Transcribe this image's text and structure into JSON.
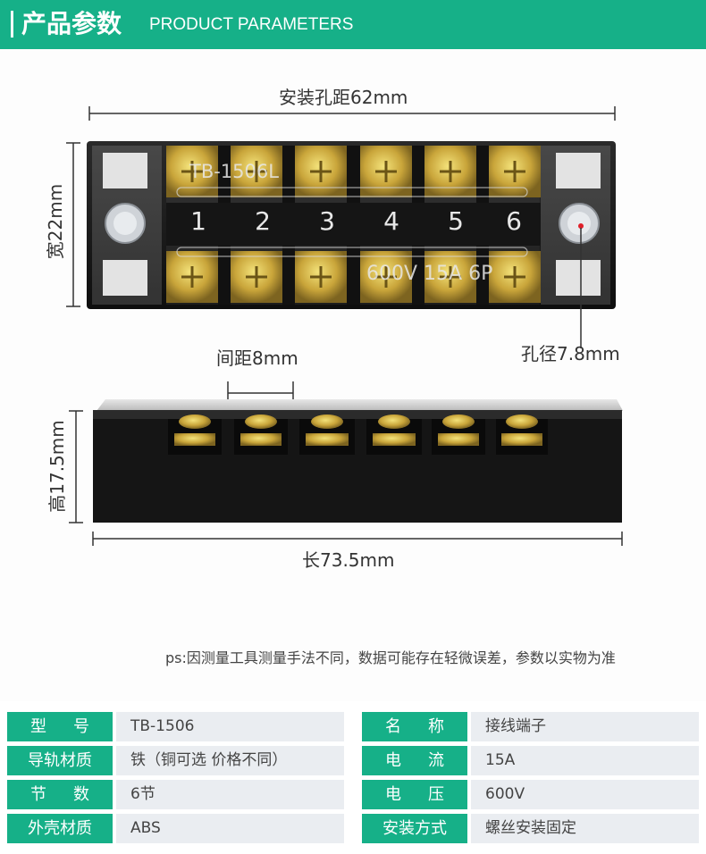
{
  "header": {
    "title_cn": "产品参数",
    "title_en": "PRODUCT PARAMETERS"
  },
  "diagram": {
    "top_view": {
      "hole_spacing": "安装孔距62mm",
      "width": "宽22mm",
      "model_print": "TB-1506L",
      "rating_print": "600V 15A 6P",
      "terminal_numbers": [
        "1",
        "2",
        "3",
        "4",
        "5",
        "6"
      ],
      "hole_diameter": "孔径7.8mm"
    },
    "side_view": {
      "pitch": "间距8mm",
      "height": "高17.5mm",
      "length": "长73.5mm"
    },
    "colors": {
      "body": "#1a1a1a",
      "accent": "#16b088",
      "brass": "#c9a53a",
      "mark": "#e0202a"
    }
  },
  "note": "ps:因测量工具测量手法不同，数据可能存在轻微误差，参数以实物为准",
  "specs": {
    "rows": [
      {
        "l1": [
          "型",
          "号"
        ],
        "v1": "TB-1506",
        "l2": [
          "名",
          "称"
        ],
        "v2": "接线端子"
      },
      {
        "l1": [
          "导轨材质"
        ],
        "v1": "铁（铜可选 价格不同）",
        "l2": [
          "电",
          "流"
        ],
        "v2": "15A"
      },
      {
        "l1": [
          "节",
          "数"
        ],
        "v1": "6节",
        "l2": [
          "电",
          "压"
        ],
        "v2": "600V"
      },
      {
        "l1": [
          "外壳材质"
        ],
        "v1": "ABS",
        "l2": [
          "安装方式"
        ],
        "v2": "螺丝安装固定"
      }
    ]
  }
}
